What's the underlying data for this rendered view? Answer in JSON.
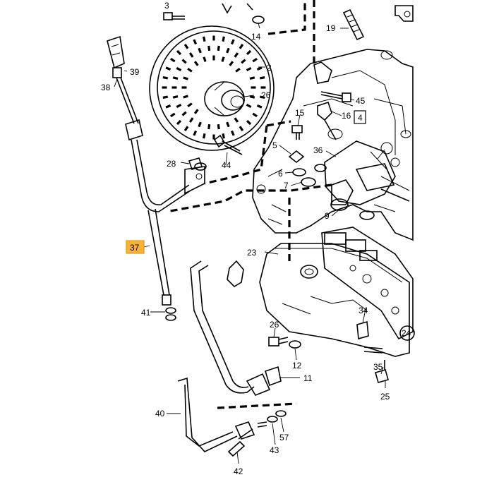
{
  "labels": {
    "l2": "2",
    "l3": "3",
    "l4": "4",
    "l5": "5",
    "l6": "6",
    "l7": "7",
    "l9": "9",
    "l11": "11",
    "l12": "12",
    "l14": "14",
    "l15": "15",
    "l16": "16",
    "l19": "19",
    "l23": "23",
    "l24": "24",
    "l25": "25",
    "l26a": "26",
    "l26b": "26",
    "l28": "28",
    "l34": "34",
    "l35": "35",
    "l36": "36",
    "l37": "37",
    "l38": "38",
    "l39": "39",
    "l40": "40",
    "l41": "41",
    "l42": "42",
    "l43": "43",
    "l44": "44",
    "l45": "45",
    "l57": "57"
  },
  "colors": {
    "highlight": "#f7b23b",
    "line": "#000000",
    "background": "#ffffff"
  },
  "highlighted_part": "37"
}
